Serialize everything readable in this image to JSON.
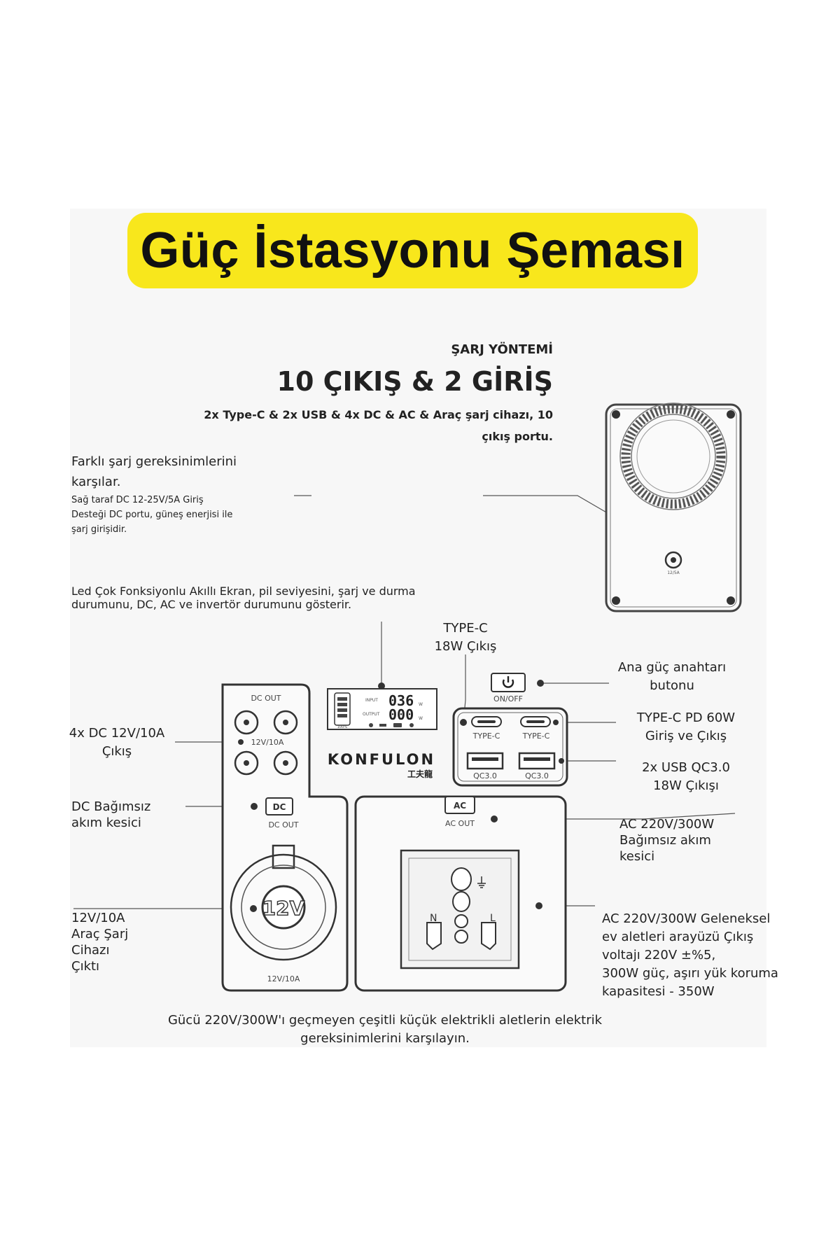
{
  "title": "Güç İstasyonu Şeması",
  "header": {
    "kicker": "ŞARJ YÖNTEMİ",
    "headline": "10 ÇIKIŞ & 2 GİRİŞ",
    "subline_1": "2x Type-C & 2x USB & 4x DC & AC & Araç şarj cihazı, 10",
    "subline_2": "çıkış portu."
  },
  "left_notes": {
    "needs_1": "Farklı şarj gereksinimlerini",
    "needs_2": "karşılar.",
    "dc_in_1": "Sağ taraf DC 12-25V/5A Giriş",
    "dc_in_2": "Desteği DC portu, güneş enerjisi ile",
    "dc_in_3": "şarj girişidir.",
    "lcd_1": "Led Çok Fonksiyonlu Akıllı Ekran, pil seviyesini, şarj ve durma",
    "lcd_2": "durumunu, DC, AC ve invertör durumunu gösterir."
  },
  "callouts": {
    "typec_18_1": "TYPE-C",
    "typec_18_2": "18W Çıkış",
    "power_1": "Ana güç anahtarı",
    "power_2": "butonu",
    "typec_pd_1": "TYPE-C PD 60W",
    "typec_pd_2": "Giriş ve Çıkış",
    "usb_1": "2x USB QC3.0",
    "usb_2": "18W Çıkışı",
    "ac_switch_1": "AC 220V/300W",
    "ac_switch_2": "Bağımsız akım",
    "ac_switch_3": "kesici",
    "ac_out_1": "AC 220V/300W Geleneksel",
    "ac_out_2": "ev aletleri arayüzü Çıkış",
    "ac_out_3": "voltajı 220V ±%5,",
    "ac_out_4": "300W güç, aşırı yük koruma",
    "ac_out_5": "kapasitesi - 350W",
    "dc4_1": "4x DC 12V/10A",
    "dc4_2": "Çıkış",
    "dc_switch_1": "DC Bağımsız",
    "dc_switch_2": "akım kesici",
    "car_1": "12V/10A",
    "car_2": "Araç Şarj",
    "car_3": "Cihazı",
    "car_4": "Çıktı"
  },
  "footer": {
    "line_1": "Gücü 220V/300W'ı geçmeyen çeşitli küçük elektrikli aletlerin elektrik",
    "line_2": "gereksinimlerini karşılayın."
  },
  "device": {
    "dc_out_label": "DC OUT",
    "dc_rating": "12V/10A",
    "dc_button": "DC",
    "dc_switch_label": "DC OUT",
    "car_socket": "12V",
    "car_rating": "12V/10A",
    "lcd_input_label": "INPUT",
    "lcd_input_value": "036",
    "lcd_output_label": "OUTPUT",
    "lcd_output_value": "000",
    "lcd_unit": "W",
    "lcd_battery": "100%",
    "brand": "KONFULON",
    "brand_cn": "工夫龍",
    "power_label": "ON/OFF",
    "typec_label_1": "TYPE-C",
    "typec_label_2": "TYPE-C",
    "qc_label_1": "QC3.0",
    "qc_label_2": "QC3.0",
    "ac_button": "AC",
    "ac_switch_label": "AC OUT",
    "socket_n": "N",
    "socket_l": "L",
    "side_port_label": "12/5A"
  }
}
